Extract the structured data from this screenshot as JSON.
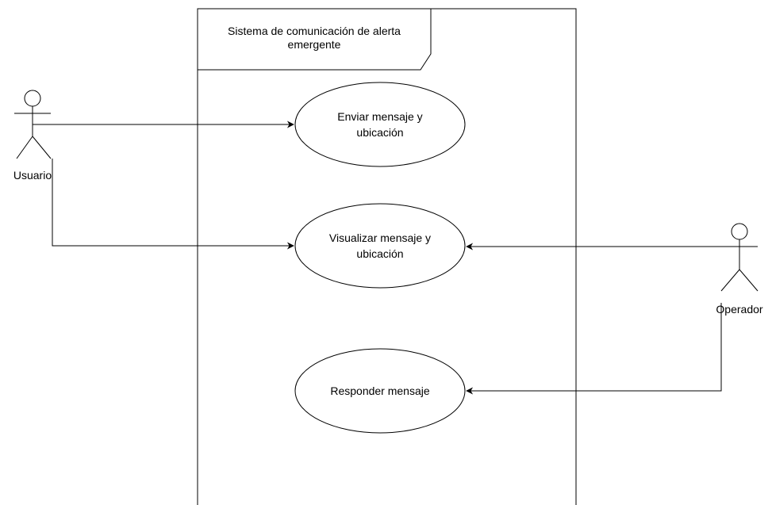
{
  "system": {
    "title_line1": "Sistema de comunicación de alerta",
    "title_line2": "emergente"
  },
  "actors": {
    "usuario": "Usuario",
    "operador": "Operador"
  },
  "use_cases": {
    "enviar_line1": "Enviar mensaje y",
    "enviar_line2": "ubicación",
    "visualizar_line1": "Visualizar mensaje y",
    "visualizar_line2": "ubicación",
    "responder": "Responder mensaje"
  },
  "colors": {
    "stroke": "#000000",
    "background": "#ffffff"
  }
}
